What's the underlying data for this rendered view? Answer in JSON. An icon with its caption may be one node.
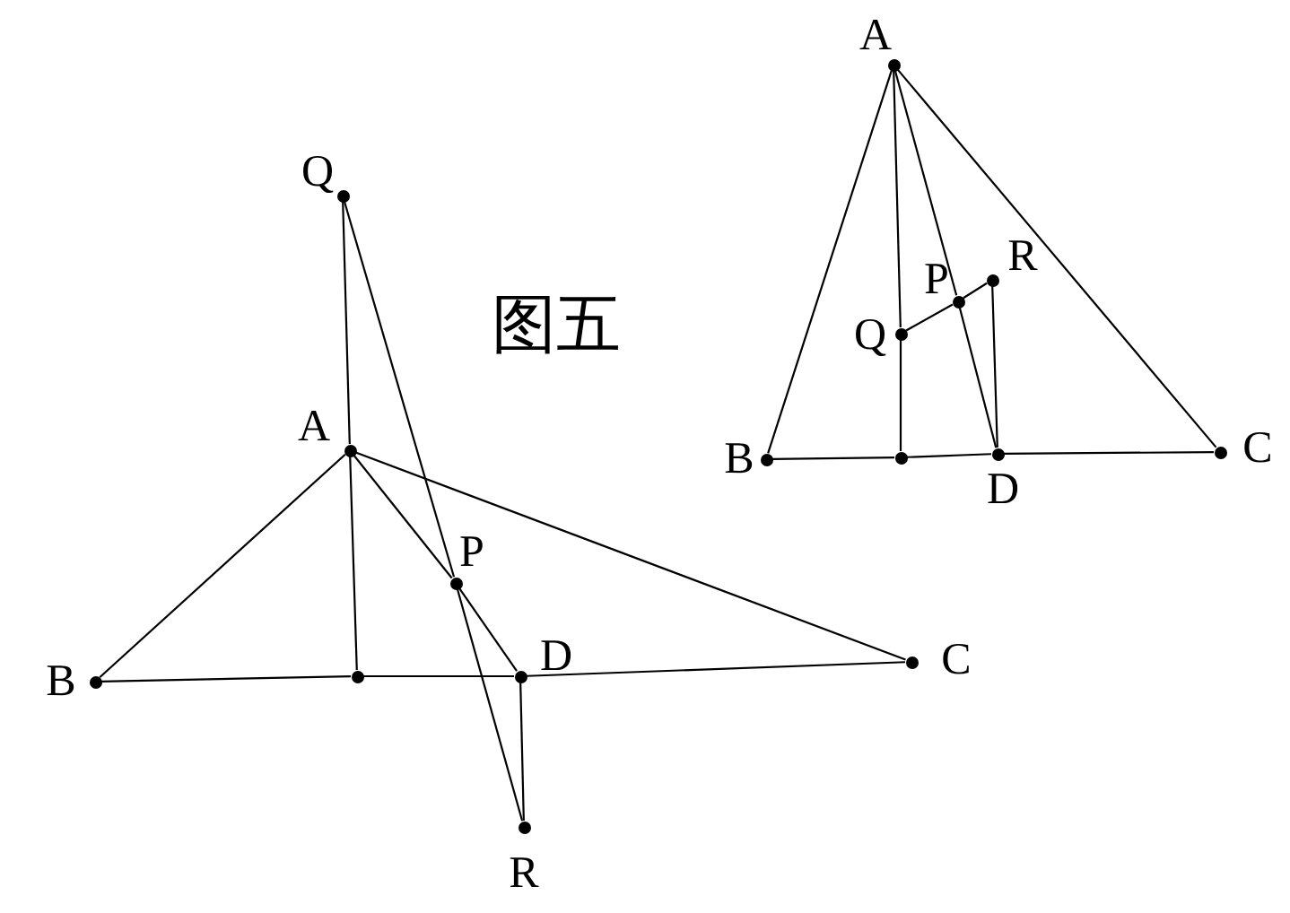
{
  "diagram": {
    "title": "图五",
    "nodes": [
      {
        "text": [],
        "shape": "circle",
        "beside": [
          "Q"
        ]
      },
      {
        "text": [],
        "shape": "circle",
        "beside": [
          "A"
        ]
      },
      {
        "text": [],
        "shape": "circle",
        "beside": [
          "P"
        ]
      },
      {
        "text": [],
        "shape": "circle",
        "beside": [
          "B"
        ]
      },
      {
        "text": [],
        "shape": "circle"
      },
      {
        "text": [],
        "shape": "circle",
        "beside": [
          "D"
        ]
      },
      {
        "text": [],
        "shape": "circle",
        "beside": [
          "C"
        ]
      },
      {
        "text": [],
        "shape": "circle",
        "beside": [
          "R"
        ]
      },
      {
        "text": [],
        "shape": "circle",
        "beside": [
          "A"
        ]
      },
      {
        "text": [],
        "shape": "circle",
        "beside": [
          "P"
        ]
      },
      {
        "text": [],
        "shape": "circle",
        "beside": [
          "R"
        ]
      },
      {
        "text": [],
        "shape": "circle",
        "beside": [
          "Q"
        ]
      },
      {
        "text": [],
        "shape": "circle",
        "beside": [
          "B"
        ]
      },
      {
        "text": [],
        "shape": "circle"
      },
      {
        "text": [],
        "shape": "circle",
        "beside": [
          "D"
        ]
      },
      {
        "text": [],
        "shape": "circle",
        "beside": [
          "C"
        ]
      }
    ],
    "edges": [
      {
        "from": 0,
        "to": 1,
        "arrow": "none"
      },
      {
        "from": 1,
        "to": 4,
        "arrow": "none"
      },
      {
        "from": 1,
        "to": 3,
        "arrow": "none"
      },
      {
        "from": 1,
        "to": 6,
        "arrow": "none"
      },
      {
        "from": 1,
        "to": 2,
        "arrow": "none"
      },
      {
        "from": 2,
        "to": 5,
        "arrow": "none"
      },
      {
        "from": 3,
        "to": 4,
        "arrow": "none"
      },
      {
        "from": 4,
        "to": 5,
        "arrow": "none"
      },
      {
        "from": 5,
        "to": 6,
        "arrow": "none"
      },
      {
        "from": 0,
        "to": 2,
        "arrow": "none"
      },
      {
        "from": 2,
        "to": 7,
        "arrow": "none"
      },
      {
        "from": 5,
        "to": 7,
        "arrow": "none"
      },
      {
        "from": 8,
        "to": 12,
        "arrow": "none"
      },
      {
        "from": 8,
        "to": 15,
        "arrow": "none"
      },
      {
        "from": 8,
        "to": 11,
        "arrow": "none"
      },
      {
        "from": 11,
        "to": 13,
        "arrow": "none"
      },
      {
        "from": 8,
        "to": 9,
        "arrow": "none"
      },
      {
        "from": 9,
        "to": 14,
        "arrow": "none"
      },
      {
        "from": 12,
        "to": 13,
        "arrow": "none"
      },
      {
        "from": 13,
        "to": 14,
        "arrow": "none"
      },
      {
        "from": 14,
        "to": 15,
        "arrow": "none"
      },
      {
        "from": 11,
        "to": 9,
        "arrow": "none"
      },
      {
        "from": 9,
        "to": 10,
        "arrow": "none"
      },
      {
        "from": 10,
        "to": 14,
        "arrow": "none"
      }
    ]
  }
}
